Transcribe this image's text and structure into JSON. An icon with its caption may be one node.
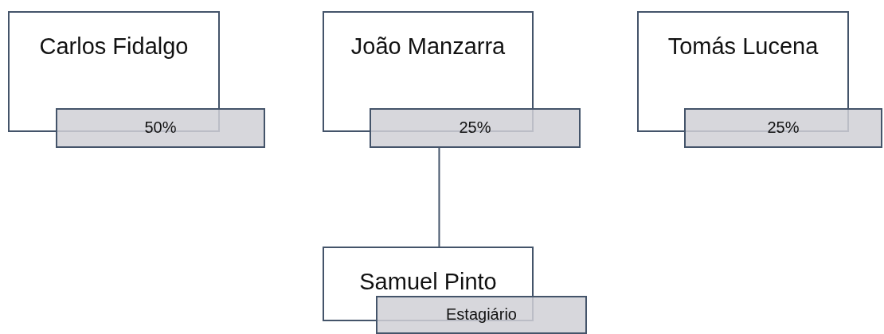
{
  "diagram": {
    "nodes": [
      {
        "text": [
          "Carlos Fidalgo",
          "50%"
        ]
      },
      {
        "text": [
          "João Manzarra",
          "25%"
        ]
      },
      {
        "text": [
          "Tomás Lucena",
          "25%"
        ]
      },
      {
        "text": [
          "Samuel Pinto",
          "Estagiário"
        ]
      }
    ],
    "edges": [
      {
        "from": 1,
        "to": 3,
        "arrow": "none"
      }
    ]
  }
}
